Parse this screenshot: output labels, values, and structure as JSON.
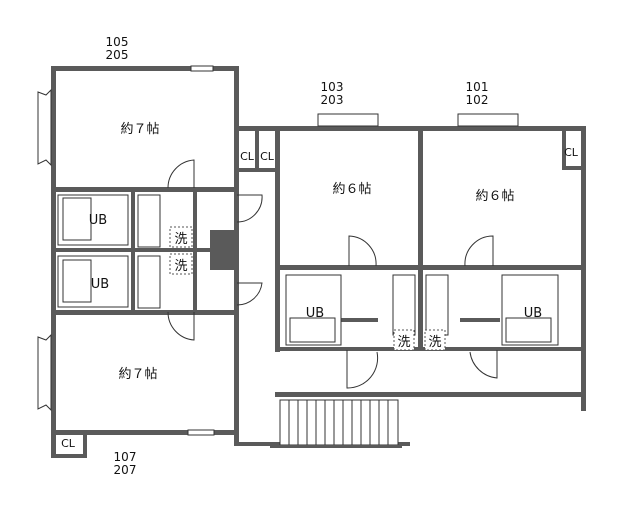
{
  "units": {
    "top_left": [
      "105",
      "205"
    ],
    "top_middle": [
      "103",
      "203"
    ],
    "top_right": [
      "101",
      "102"
    ],
    "bottom_left": [
      "107",
      "207"
    ]
  },
  "rooms": {
    "upper_left": "約７帖",
    "lower_left": "約７帖",
    "middle": "約６帖",
    "right": "約６帖"
  },
  "bath_label": "UB",
  "laundry_label": "洗",
  "closet_label": "CL"
}
